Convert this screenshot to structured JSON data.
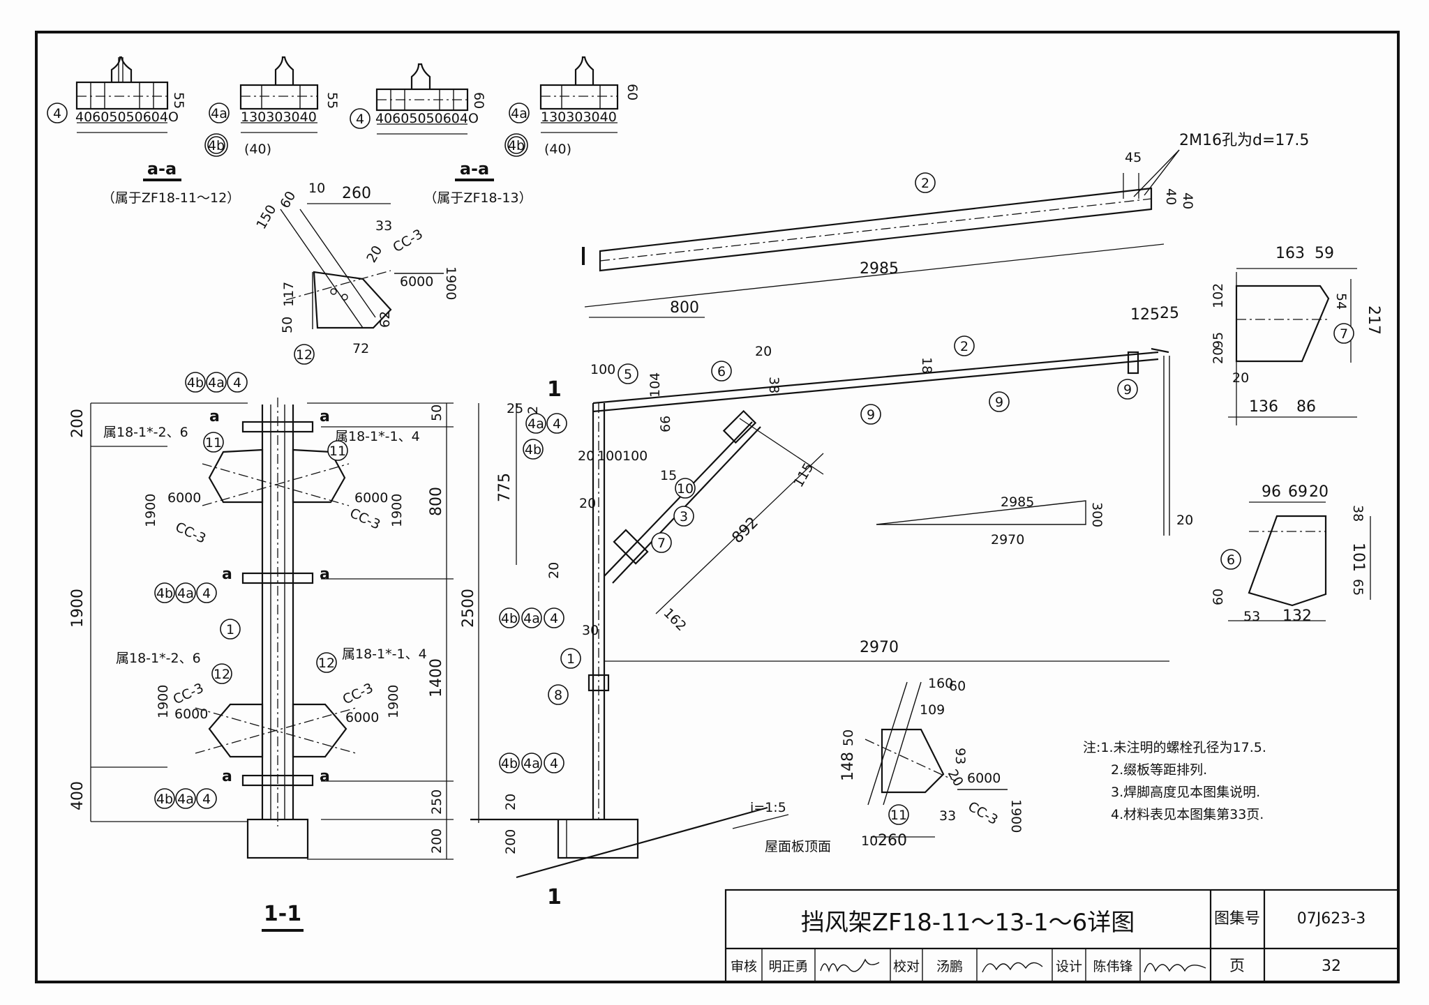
{
  "sheet": {
    "title": "挡风架ZF18-11～13-1～6详图",
    "atlas_label": "图集号",
    "atlas_no": "07J623-3",
    "page_label": "页",
    "page_no": "32",
    "review_label": "审核",
    "reviewer": "明正勇",
    "check_label": "校对",
    "checker": "汤鹏",
    "design_label": "设计",
    "designer": "陈伟锋"
  },
  "notes": [
    "注:1.未注明的螺栓孔径为17.5.",
    "2.缀板等距排列.",
    "3.焊脚高度见本图集说明.",
    "4.材料表见本图集第33页."
  ],
  "section_aa": {
    "label": "a-a",
    "note_1": "（属于ZF18-11～12）",
    "note_2": "（属于ZF18-13）",
    "dims_1": "40605050604O",
    "dims_2": "130303040",
    "dims_3": "40605050604O",
    "dims_4": "130303040",
    "h1": "55",
    "h2": "55",
    "h3": "60",
    "h4": "60",
    "sub": "(40)"
  },
  "section_11": {
    "label": "1-1",
    "cut_mark": "1",
    "left_dims": [
      "200",
      "1900",
      "400"
    ],
    "right_dims": [
      "50",
      "800",
      "1400",
      "250",
      "200"
    ],
    "overall": "2500",
    "note_a": "属18-1*-2、6",
    "note_b": "属18-1*-1、4",
    "weld_a": "6000",
    "weld_b": "1900",
    "weld_c": "CC-3"
  },
  "elevation": {
    "dims": {
      "span_top": "2985",
      "span_bot": "2970",
      "left_800": "800",
      "d100": "100",
      "d104": "104",
      "d20a": "20",
      "d38": "38",
      "d18": "18",
      "d125": "125",
      "d25": "25",
      "d45": "45",
      "d40a": "40",
      "d40b": "40",
      "d25b": "25",
      "d112": "112",
      "d775": "775",
      "d66": "66",
      "d20b": "20",
      "d100b": "100",
      "d100c": "100",
      "d15": "15",
      "d115": "115",
      "d892": "892",
      "d162": "162",
      "d20c": "20",
      "d30": "30",
      "d20d": "20",
      "d200": "200",
      "d20e": "20",
      "d20f": "20"
    },
    "bolt_note": "2M16孔为d=17.5",
    "slope_triangle": {
      "hyp": "2985",
      "base": "2970",
      "rise": "300"
    },
    "roof_slope": "i=1:5",
    "roof_label": "屋面板顶面"
  },
  "plate7": {
    "w1": "163",
    "w2": "59",
    "h1": "102",
    "h2": "54",
    "h3": "95",
    "h4": "20",
    "total": "217",
    "b1": "20",
    "b2": "136",
    "b3": "86"
  },
  "plate6": {
    "w1": "96",
    "w2": "69",
    "w3": "20",
    "h1": "38",
    "h2": "101",
    "h3": "65",
    "h4": "60",
    "b1": "53",
    "b2": "132"
  },
  "plate11": {
    "d160": "160",
    "d60": "60",
    "d109": "109",
    "d50": "50",
    "d148": "148",
    "d93": "93",
    "d20": "20",
    "d33": "33",
    "d10": "10",
    "d260": "260",
    "weld": "6000",
    "weld2": "1900",
    "weld3": "CC-3"
  },
  "plate12": {
    "d10": "10",
    "d260": "260",
    "d150": "150",
    "d60": "60",
    "d33": "33",
    "d20": "20",
    "d117": "117",
    "d50": "50",
    "d62": "62",
    "d72": "72",
    "weld": "6000",
    "weld2": "1900",
    "weld3": "CC-3"
  },
  "bubbles": {
    "b1": "1",
    "b2": "2",
    "b3": "3",
    "b4": "4",
    "b4a": "4a",
    "b4b": "4b",
    "b5": "5",
    "b6": "6",
    "b7": "7",
    "b8": "8",
    "b9": "9",
    "b10": "10",
    "b11": "11",
    "b12": "12"
  },
  "section_marks": {
    "a": "a"
  }
}
